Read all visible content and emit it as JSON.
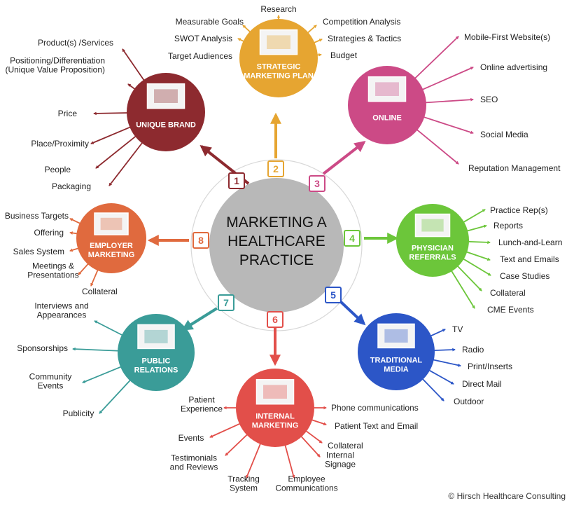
{
  "center": {
    "lines": [
      "MARKETING A",
      "HEALTHCARE",
      "PRACTICE"
    ]
  },
  "copyright": "© Hirsch Healthcare Consulting",
  "nodes": [
    {
      "id": "1",
      "color": "#8d2a2f",
      "title": [
        "UNIQUE BRAND"
      ],
      "items": [
        [
          "Product(s) /Services"
        ],
        [
          "Positioning/Differentiation",
          "(Unique Value Proposition)"
        ],
        [
          "Price"
        ],
        [
          "Place/Proximity"
        ],
        [
          "People"
        ],
        [
          "Packaging"
        ]
      ]
    },
    {
      "id": "2",
      "color": "#e6a531",
      "title": [
        "STRATEGIC",
        "MARKETING PLAN"
      ],
      "items": [
        [
          "Research"
        ],
        [
          "Measurable Goals"
        ],
        [
          "SWOT Analysis"
        ],
        [
          "Target Audiences"
        ],
        [
          "Competition Analysis"
        ],
        [
          "Strategies & Tactics"
        ],
        [
          "Budget"
        ]
      ]
    },
    {
      "id": "3",
      "color": "#cc4a86",
      "title": [
        "ONLINE"
      ],
      "items": [
        [
          "Mobile-First Website(s)"
        ],
        [
          "Online advertising"
        ],
        [
          "SEO"
        ],
        [
          "Social Media"
        ],
        [
          "Reputation Management"
        ]
      ]
    },
    {
      "id": "4",
      "color": "#6cc63a",
      "title": [
        "PHYSICIAN",
        "REFERRALS"
      ],
      "items": [
        [
          "Practice Rep(s)"
        ],
        [
          "Reports"
        ],
        [
          "Lunch-and-Learn"
        ],
        [
          "Text and Emails"
        ],
        [
          "Case Studies"
        ],
        [
          "Collateral"
        ],
        [
          "CME Events"
        ]
      ]
    },
    {
      "id": "5",
      "color": "#2c56c7",
      "title": [
        "TRADITIONAL",
        "MEDIA"
      ],
      "items": [
        [
          "TV"
        ],
        [
          "Radio"
        ],
        [
          "Print/Inserts"
        ],
        [
          "Direct Mail"
        ],
        [
          "Outdoor"
        ]
      ]
    },
    {
      "id": "6",
      "color": "#e24f4a",
      "title": [
        "INTERNAL",
        "MARKETING"
      ],
      "items": [
        [
          "Patient",
          "Experience"
        ],
        [
          "Events"
        ],
        [
          "Testimonials",
          "and Reviews"
        ],
        [
          "Tracking",
          "System"
        ],
        [
          "Employee",
          "Communications"
        ],
        [
          "Internal",
          "Signage"
        ],
        [
          "Collateral"
        ],
        [
          "Patient Text and Email"
        ],
        [
          "Phone communications"
        ]
      ]
    },
    {
      "id": "7",
      "color": "#3a9c98",
      "title": [
        "PUBLIC",
        "RELATIONS"
      ],
      "items": [
        [
          "Interviews and",
          "Appearances"
        ],
        [
          "Sponsorships"
        ],
        [
          "Community",
          "Events"
        ],
        [
          "Publicity"
        ]
      ]
    },
    {
      "id": "8",
      "color": "#e06a3e",
      "title": [
        "EMPLOYER",
        "MARKETING"
      ],
      "items": [
        [
          "Business Targets"
        ],
        [
          "Offering"
        ],
        [
          "Sales System"
        ],
        [
          "Meetings &",
          "Presentations"
        ],
        [
          "Collateral"
        ]
      ]
    }
  ]
}
